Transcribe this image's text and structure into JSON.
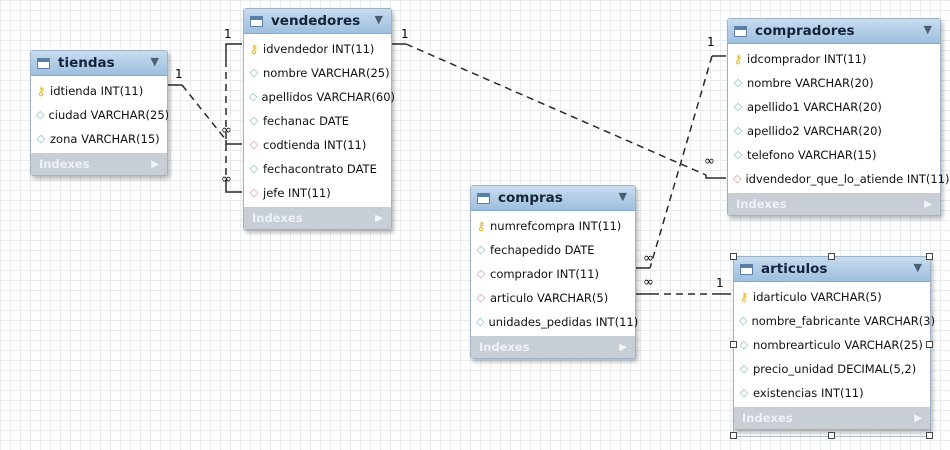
{
  "tables": {
    "tiendas": {
      "name": "tiendas",
      "columns": [
        {
          "text": "idtienda INT(11)",
          "icon": "primary-key-icon"
        },
        {
          "text": "ciudad VARCHAR(25)",
          "icon": "column-icon"
        },
        {
          "text": "zona VARCHAR(15)",
          "icon": "column-icon"
        }
      ],
      "indexes_label": "Indexes"
    },
    "vendedores": {
      "name": "vendedores",
      "columns": [
        {
          "text": "idvendedor INT(11)",
          "icon": "primary-key-icon"
        },
        {
          "text": "nombre VARCHAR(25)",
          "icon": "column-icon"
        },
        {
          "text": "apellidos VARCHAR(60)",
          "icon": "column-icon"
        },
        {
          "text": "fechanac DATE",
          "icon": "column-icon"
        },
        {
          "text": "codtienda INT(11)",
          "icon": "foreign-key-icon"
        },
        {
          "text": "fechacontrato DATE",
          "icon": "column-icon"
        },
        {
          "text": "jefe INT(11)",
          "icon": "foreign-key-icon"
        }
      ],
      "indexes_label": "Indexes"
    },
    "compradores": {
      "name": "compradores",
      "columns": [
        {
          "text": "idcomprador INT(11)",
          "icon": "primary-key-icon"
        },
        {
          "text": "nombre VARCHAR(20)",
          "icon": "column-icon"
        },
        {
          "text": "apellido1 VARCHAR(20)",
          "icon": "column-icon"
        },
        {
          "text": "apellido2 VARCHAR(20)",
          "icon": "column-icon"
        },
        {
          "text": "telefono VARCHAR(15)",
          "icon": "column-icon"
        },
        {
          "text": "idvendedor_que_lo_atiende INT(11)",
          "icon": "foreign-key-icon"
        }
      ],
      "indexes_label": "Indexes"
    },
    "compras": {
      "name": "compras",
      "columns": [
        {
          "text": "numrefcompra INT(11)",
          "icon": "primary-key-icon"
        },
        {
          "text": "fechapedido DATE",
          "icon": "column-icon"
        },
        {
          "text": "comprador INT(11)",
          "icon": "foreign-key-icon"
        },
        {
          "text": "articulo VARCHAR(5)",
          "icon": "foreign-key-icon"
        },
        {
          "text": "unidades_pedidas INT(11)",
          "icon": "column-icon"
        }
      ],
      "indexes_label": "Indexes"
    },
    "articulos": {
      "name": "articulos",
      "columns": [
        {
          "text": "idarticulo VARCHAR(5)",
          "icon": "primary-key-icon"
        },
        {
          "text": "nombre_fabricante VARCHAR(3)",
          "icon": "column-icon"
        },
        {
          "text": "nombrearticulo VARCHAR(25)",
          "icon": "column-icon"
        },
        {
          "text": "precio_unidad DECIMAL(5,2)",
          "icon": "column-icon"
        },
        {
          "text": "existencias INT(11)",
          "icon": "column-icon"
        }
      ],
      "indexes_label": "Indexes"
    }
  },
  "cardinality": {
    "tiendas_one": "1",
    "vendedores_codtienda_many": "∞",
    "vendedores_self_one": "1",
    "vendedores_jefe_many": "∞",
    "vendedores_one": "1",
    "compradores_many": "∞",
    "compradores_one": "1",
    "compras_comprador_many": "∞",
    "compras_articulo_many": "∞",
    "articulos_one": "1"
  },
  "colors": {
    "header_top": "#c7dcef",
    "header_bottom": "#9ebfdf",
    "indexes_bar": "#c8ced6",
    "primary_key": "#e2b315",
    "column_diamond": "#7fbcc6",
    "foreign_key_diamond": "#d59a9a"
  }
}
